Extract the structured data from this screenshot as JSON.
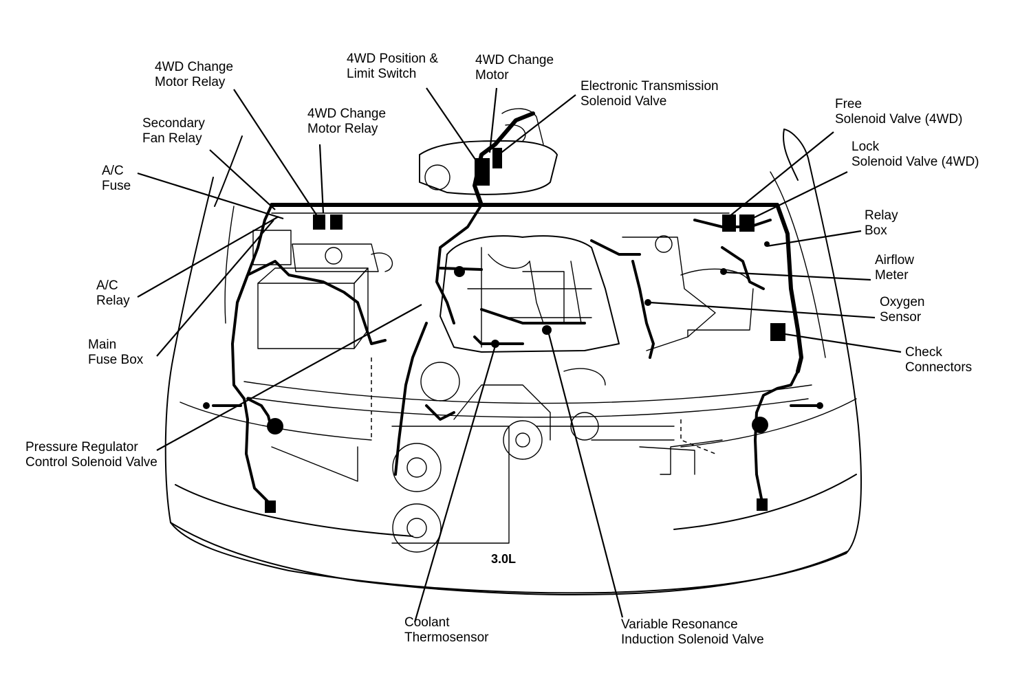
{
  "diagram": {
    "engine_badge": "3.0L",
    "colors": {
      "ink": "#000000",
      "background": "#ffffff"
    },
    "labels": {
      "motor_relay_left": [
        "4WD Change",
        "Motor Relay"
      ],
      "motor_relay_center": [
        "4WD Change",
        "Motor Relay"
      ],
      "secondary_fan_relay": [
        "Secondary",
        "Fan Relay"
      ],
      "ac_fuse": [
        "A/C",
        "Fuse"
      ],
      "ac_relay": [
        "A/C",
        "Relay"
      ],
      "main_fuse_box": [
        "Main",
        "Fuse Box"
      ],
      "pressure_regulator": [
        "Pressure Regulator",
        "Control Solenoid Valve"
      ],
      "position_limit_switch": [
        "4WD Position &",
        "Limit Switch"
      ],
      "change_motor": [
        "4WD Change",
        "Motor"
      ],
      "transmission_solenoid": [
        "Electronic Transmission",
        "Solenoid Valve"
      ],
      "free_solenoid": [
        "Free",
        "Solenoid Valve (4WD)"
      ],
      "lock_solenoid": [
        "Lock",
        "Solenoid Valve (4WD)"
      ],
      "relay_box": [
        "Relay",
        "Box"
      ],
      "airflow_meter": [
        "Airflow",
        "Meter"
      ],
      "oxygen_sensor": [
        "Oxygen",
        "Sensor"
      ],
      "check_connectors": [
        "Check",
        "Connectors"
      ],
      "coolant_thermosensor": [
        "Coolant",
        "Thermosensor"
      ],
      "variable_resonance": [
        "Variable Resonance",
        "Induction Solenoid Valve"
      ]
    }
  }
}
